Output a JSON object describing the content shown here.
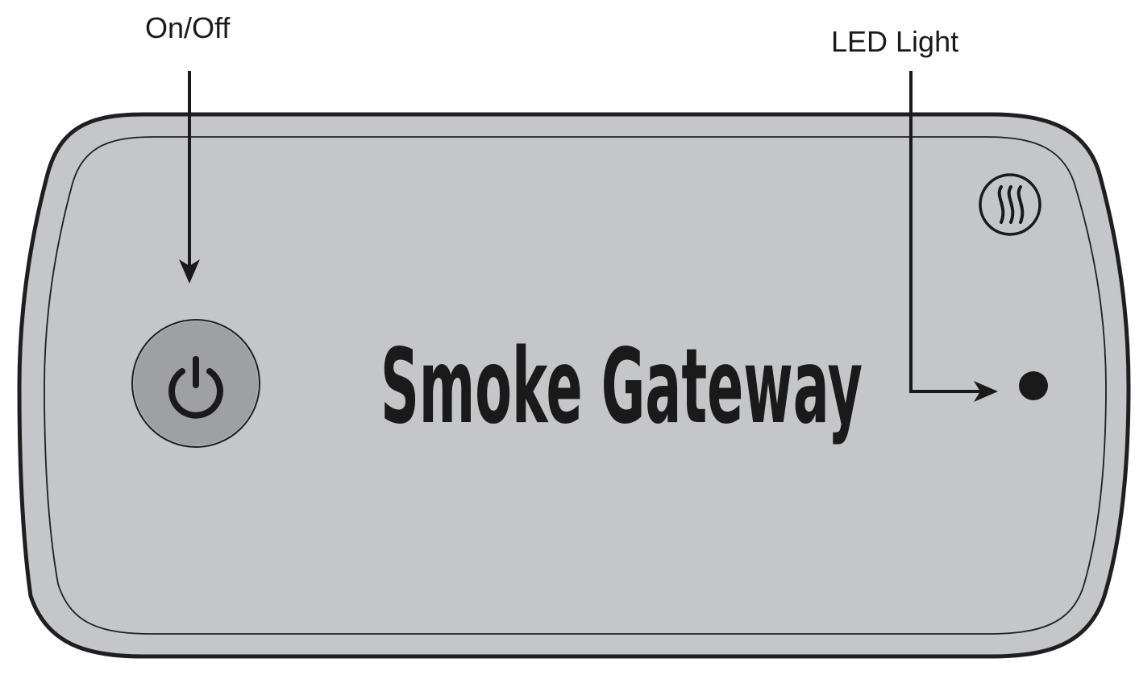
{
  "callouts": {
    "power": "On/Off",
    "led": "LED Light"
  },
  "device": {
    "brand_name": "Smoke Gateway"
  },
  "icons": {
    "power": "power-icon",
    "led": "led-indicator-dot",
    "heat": "heat-waves-icon"
  },
  "colors": {
    "device_body": "#c5c6c9",
    "outline": "#1f1f1f",
    "power_button_outer": "#b9babd",
    "power_button_inner": "#9fa0a3",
    "ink": "#1a1a1a"
  }
}
